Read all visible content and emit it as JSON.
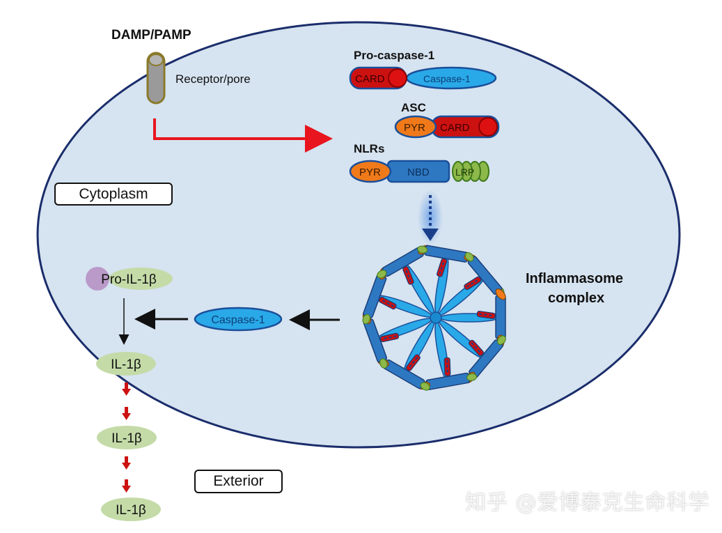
{
  "labels": {
    "damp_pamp": "DAMP/PAMP",
    "receptor": "Receptor/pore",
    "pro_caspase": "Pro-caspase-1",
    "asc": "ASC",
    "nlrs": "NLRs",
    "inflammasome_line1": "Inflammasome",
    "inflammasome_line2": "complex",
    "cytoplasm": "Cytoplasm",
    "exterior": "Exterior",
    "pro_il1b": "Pro-IL-1β",
    "il1b_1": "IL-1β",
    "il1b_2": "IL-1β",
    "il1b_3": "IL-1β",
    "caspase1_active": "Caspase-1"
  },
  "domains": {
    "card": "CARD",
    "caspase1": "Caspase-1",
    "pyr": "PYR",
    "nbd": "NBD",
    "lrp": "LRP"
  },
  "watermark": "知乎 @爱博泰克生命科学",
  "colors": {
    "cell_fill": "#d6e3f0",
    "cell_stroke": "#1a2d6b",
    "card_red": "#cc1111",
    "caspase_blue": "#2aa9e8",
    "pyr_orange": "#f07a1a",
    "nbd_blue": "#2e78c2",
    "lrp_green": "#8db84a",
    "il1b_green": "#c4dba8",
    "pro_purple": "#b99ac9",
    "arrow_red": "#e8141e"
  }
}
